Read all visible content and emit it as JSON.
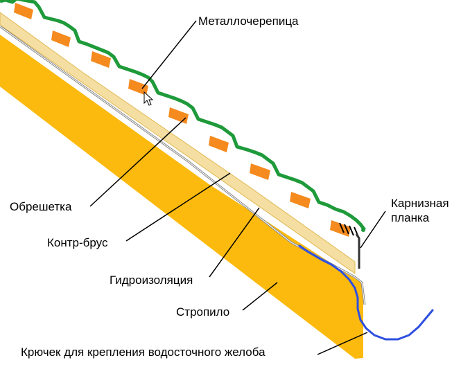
{
  "labels": {
    "metal_tile": "Металлочерепица",
    "battens": "Обрешетка",
    "counter_batten": "Контр-брус",
    "waterproofing": "Гидроизоляция",
    "rafter": "Стропило",
    "eaves_strip_line1": "Карнизная",
    "eaves_strip_line2": "планка",
    "gutter_hook": "Крючек для крепления водосточного желоба"
  },
  "colors": {
    "rafter": "#FCBA0E",
    "rafter_edge": "#D99A00",
    "counter_batten": "#F5DEA2",
    "counter_batten_edge": "#E0B84E",
    "waterproofing": "#8A8A8A",
    "battens": "#F58A1E",
    "metal_tile": "#1E9A3A",
    "eaves_strip": "#333333",
    "gutter_hook": "#2E4FE0",
    "leader": "#000000",
    "text": "#000000"
  },
  "icons": {
    "cursor": "mouse-pointer-icon"
  }
}
